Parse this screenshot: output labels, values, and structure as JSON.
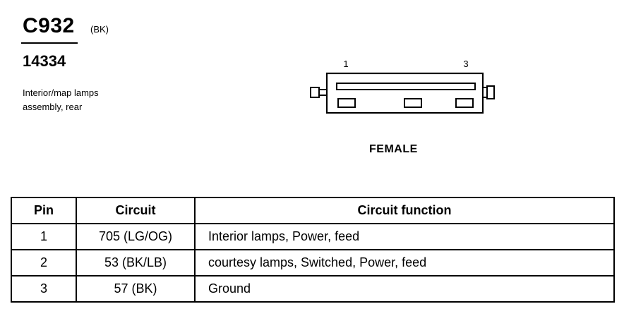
{
  "connector": {
    "id": "C932",
    "color": "(BK)",
    "part_number": "14334",
    "description_line1": "Interior/map lamps",
    "description_line2": "assembly, rear"
  },
  "diagram": {
    "pin_label_left": "1",
    "pin_label_right": "3",
    "gender": "FEMALE"
  },
  "table": {
    "headers": {
      "pin": "Pin",
      "circuit": "Circuit",
      "function": "Circuit function"
    },
    "rows": [
      {
        "pin": "1",
        "circuit": "705 (LG/OG)",
        "function": "Interior lamps, Power, feed"
      },
      {
        "pin": "2",
        "circuit": "53 (BK/LB)",
        "function": "courtesy lamps, Switched, Power, feed"
      },
      {
        "pin": "3",
        "circuit": "57 (BK)",
        "function": "Ground"
      }
    ]
  }
}
